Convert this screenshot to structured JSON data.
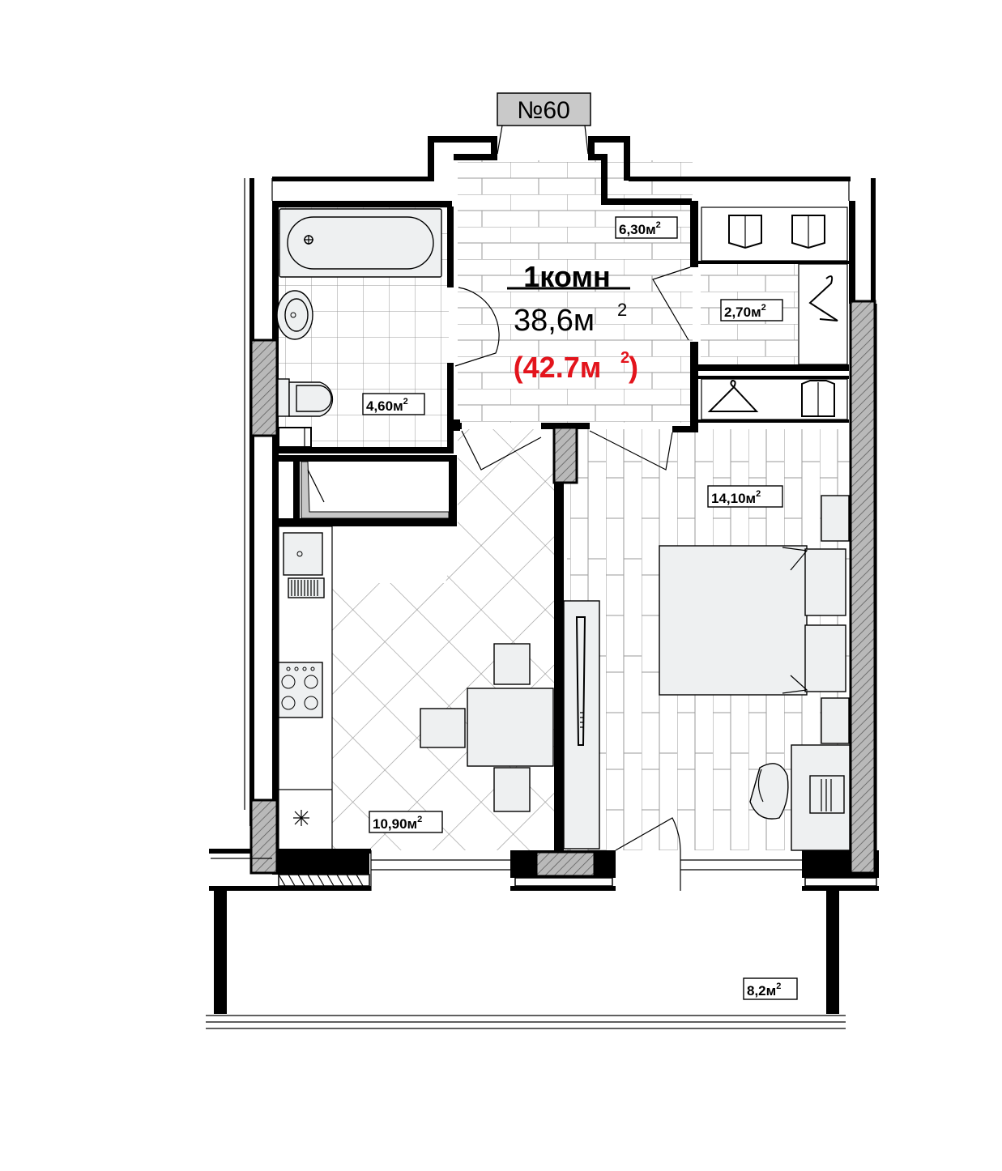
{
  "plan": {
    "apartment_number": "№60",
    "rooms_label": "1комн",
    "living_area": "38,6м",
    "living_area_sup": "2",
    "total_area_open": "(42.7м",
    "total_area_sup": "2",
    "total_area_close": ")",
    "rooms": [
      {
        "id": "hallway",
        "area": "6,30м",
        "sup": "2"
      },
      {
        "id": "wardrobe",
        "area": "2,70м",
        "sup": "2"
      },
      {
        "id": "bathroom",
        "area": "4,60м",
        "sup": "2"
      },
      {
        "id": "bedroom",
        "area": "14,10м",
        "sup": "2"
      },
      {
        "id": "kitchen",
        "area": "10,90м",
        "sup": "2"
      },
      {
        "id": "balcony",
        "area": "8,2м",
        "sup": "2"
      }
    ],
    "colors": {
      "wall": "#000000",
      "furniture": "#eef0f1",
      "total_area": "#e3141c",
      "number_badge": "#c9c9c9"
    }
  }
}
